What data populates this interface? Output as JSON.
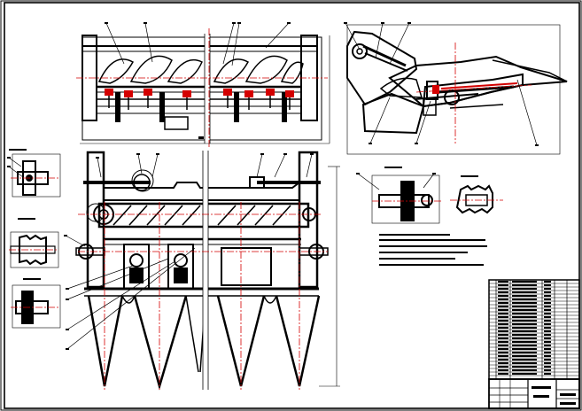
{
  "drawing": {
    "ink_color": "#000000",
    "centerline_color": "#d40000",
    "paper_color": "#ffffff",
    "views": [
      "top-view-header-auger",
      "side-view-header",
      "front-view-header-assembly",
      "detail-sprocket-1",
      "detail-sprocket-2",
      "detail-sprocket-3",
      "detail-bearing-a",
      "detail-bearing-b",
      "technical-notes-block",
      "bill-of-materials-table",
      "title-block"
    ]
  }
}
